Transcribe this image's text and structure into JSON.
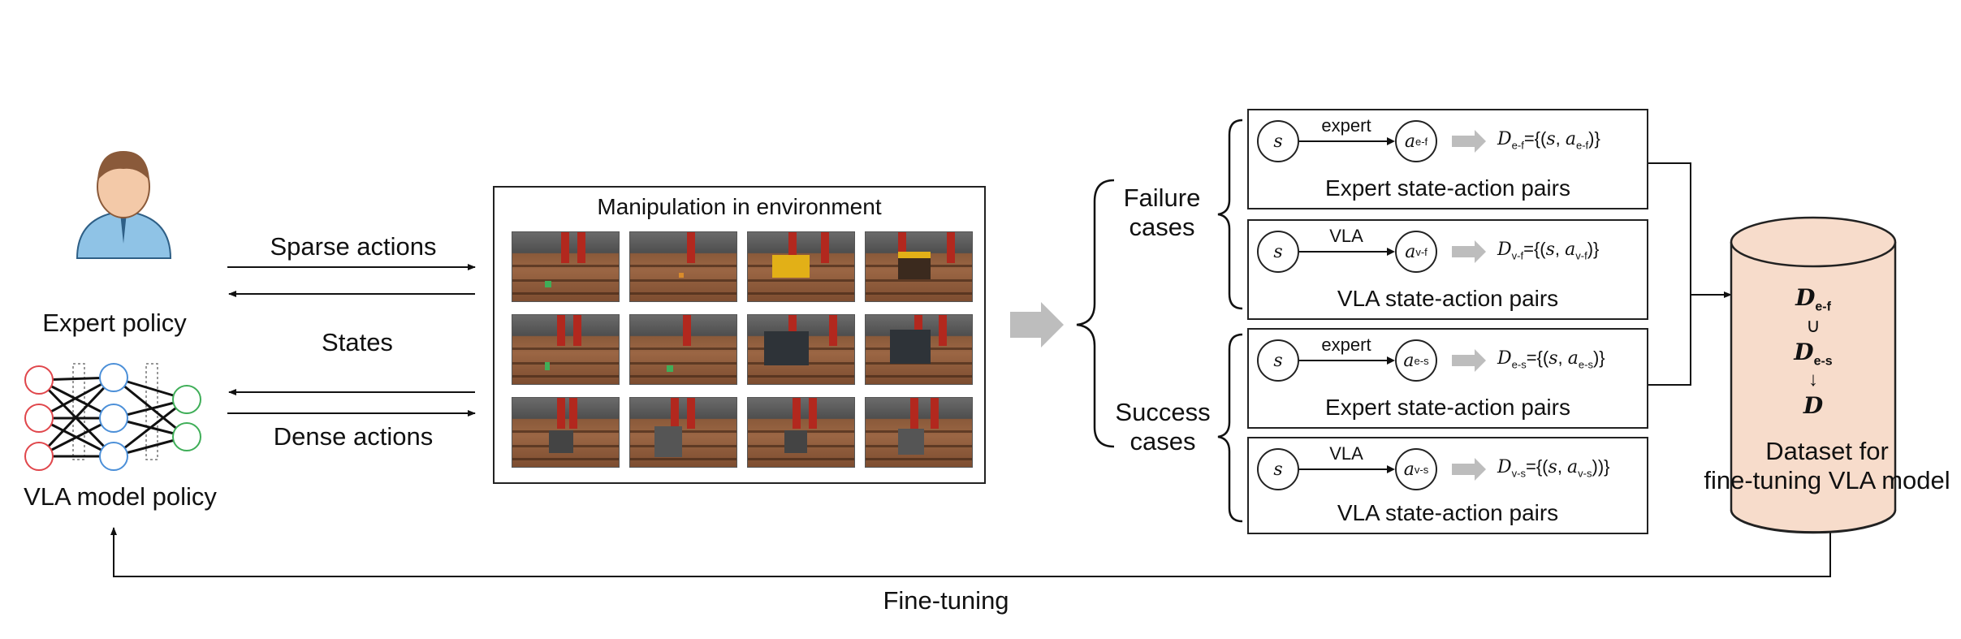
{
  "left": {
    "expert_label": "Expert policy",
    "vla_label": "VLA model policy",
    "arrow_sparse": "Sparse actions",
    "arrow_states": "States",
    "arrow_dense": "Dense actions"
  },
  "environment": {
    "title": "Manipulation in environment",
    "thumb_count": 12
  },
  "cases": {
    "failure_line1": "Failure",
    "failure_line2": "cases",
    "success_line1": "Success",
    "success_line2": "cases"
  },
  "pairs": [
    {
      "edge": "expert",
      "action": "a",
      "action_sub": "e-f",
      "state": "s",
      "dataset_sub": "e-f",
      "formula_prefix": "={(",
      "formula_suffix": ")}",
      "title": "Expert state-action pairs"
    },
    {
      "edge": "VLA",
      "action": "a",
      "action_sub": "v-f",
      "state": "s",
      "dataset_sub": "v-f",
      "formula_prefix": "={(",
      "formula_suffix": ")}",
      "title": "VLA state-action pairs"
    },
    {
      "edge": "expert",
      "action": "a",
      "action_sub": "e-s",
      "state": "s",
      "dataset_sub": "e-s",
      "formula_prefix": "={(",
      "formula_suffix": ")}",
      "title": "Expert state-action pairs"
    },
    {
      "edge": "VLA",
      "action": "a",
      "action_sub": "v-s",
      "state": "s",
      "dataset_sub": "v-s",
      "formula_prefix": "={(",
      "formula_suffix": "))}",
      "title": "VLA state-action pairs"
    }
  ],
  "dataset": {
    "d1_sub": "e-f",
    "union": "∪",
    "d2_sub": "e-s",
    "down_arrow": "↓",
    "d_symbol": "D",
    "label_line1": "Dataset for",
    "label_line2": "fine-tuning VLA model"
  },
  "feedback": {
    "label": "Fine-tuning"
  },
  "colors": {
    "person_body": "#8fc3e6",
    "person_head": "#f3c9a8",
    "node_red": "#e0464b",
    "node_blue": "#4b8fd8",
    "node_green": "#3fae58",
    "cylinder_fill": "#f7dccb",
    "grey_arrow": "#bdbdbd"
  }
}
